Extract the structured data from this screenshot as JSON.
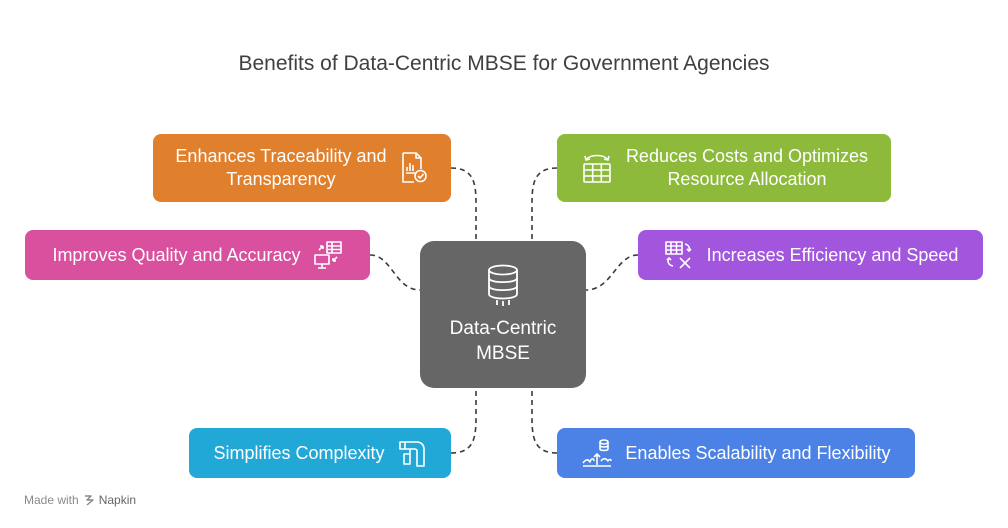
{
  "title": "Benefits of Data-Centric MBSE for Government Agencies",
  "center": {
    "line1": "Data-Centric",
    "line2": "MBSE",
    "icon": "database-icon"
  },
  "benefits": [
    {
      "line1": "Enhances Traceability and",
      "line2": "Transparency",
      "color": "#E07F2C",
      "icon": "document-chart-check-icon"
    },
    {
      "line1": "Reduces Costs and Optimizes",
      "line2": "Resource Allocation",
      "color": "#8DBA3B",
      "icon": "building-arrows-icon"
    },
    {
      "line1": "Improves Quality and Accuracy",
      "color": "#D9509E",
      "icon": "monitor-table-exchange-icon"
    },
    {
      "line1": "Increases Efficiency and Speed",
      "color": "#A255DD",
      "icon": "table-sync-icon"
    },
    {
      "line1": "Simplifies Complexity",
      "color": "#21A8D6",
      "icon": "pipe-icon"
    },
    {
      "line1": "Enables Scalability and Flexibility",
      "color": "#4C82E6",
      "icon": "database-upload-icon"
    }
  ],
  "footer": {
    "made_with": "Made with",
    "brand": "Napkin"
  }
}
